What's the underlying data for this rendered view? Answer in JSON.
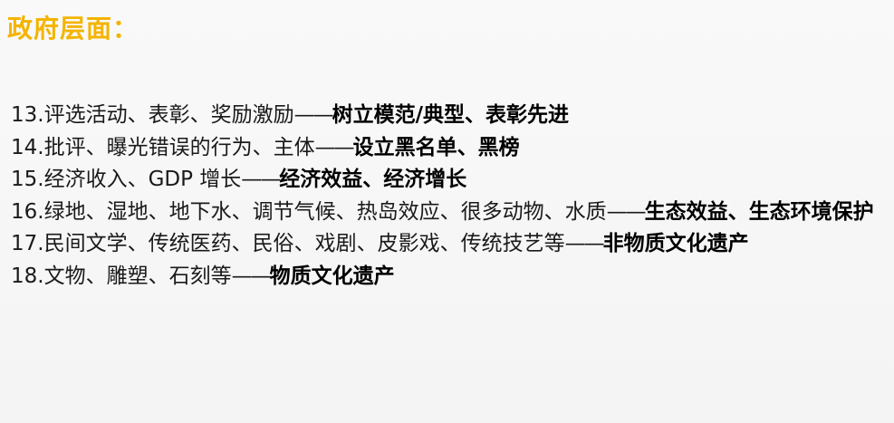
{
  "heading": "政府层面：",
  "items": [
    {
      "num": "13.",
      "desc": "评选活动、表彰、奖励激励",
      "dash": "——",
      "answer": "树立模范/典型、表彰先进"
    },
    {
      "num": "14.",
      "desc": "批评、曝光错误的行为、主体",
      "dash": "——",
      "answer": "设立黑名单、黑榜"
    },
    {
      "num": "15.",
      "desc": "经济收入、GDP 增长",
      "dash": "——",
      "answer": "经济效益、经济增长"
    },
    {
      "num": "16.",
      "desc": "绿地、湿地、地下水、调节气候、热岛效应、很多动物、水质",
      "dash": "——",
      "answer": "生态效益、生态环境保护"
    },
    {
      "num": "17.",
      "desc": "民间文学、传统医药、民俗、戏剧、皮影戏、传统技艺等",
      "dash": "——",
      "answer": "非物质文化遗产"
    },
    {
      "num": "18.",
      "desc": "文物、雕塑、石刻等",
      "dash": "——",
      "answer": "物质文化遗产"
    }
  ]
}
